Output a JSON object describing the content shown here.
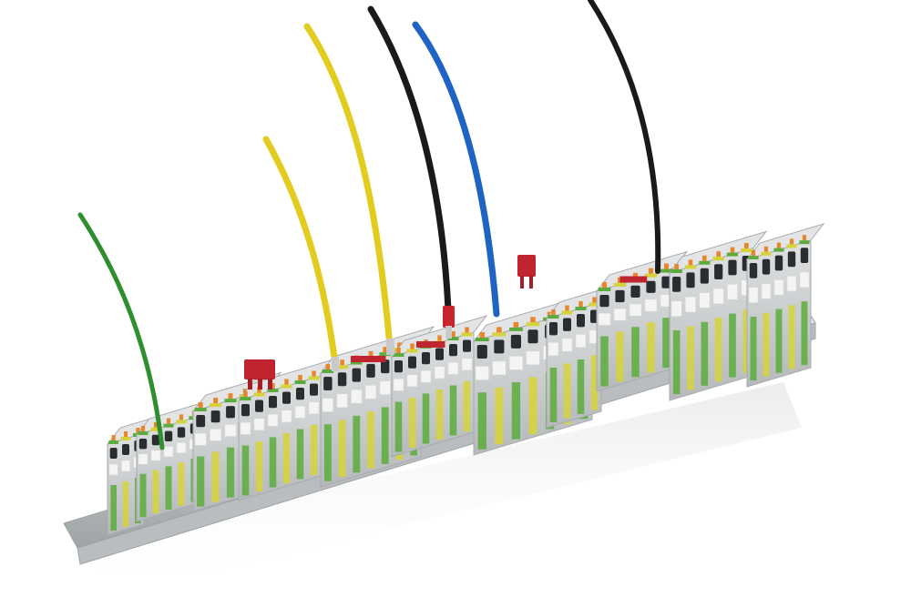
{
  "scene": {
    "subject": "terminal-blocks-on-din-rail",
    "colors": {
      "background": "#ffffff",
      "housing_gray": "#c9ccce",
      "housing_light": "#e2e4e5",
      "housing_dark": "#a7abad",
      "ground_green": "#5cab3c",
      "ground_yellow": "#d6d33a",
      "release_orange": "#e8862b",
      "bridge_red": "#c0242e",
      "marker_white": "#f4f4f4",
      "rail_metal": "#d2d5d7",
      "wire_green": "#2f8f2f",
      "wire_yellow": "#e2cc1f",
      "wire_black": "#1a1a1a",
      "wire_blue": "#1f63c4"
    },
    "wires": [
      {
        "name": "green-wire",
        "color": "wire_green"
      },
      {
        "name": "yellow-wire-short",
        "color": "wire_yellow"
      },
      {
        "name": "yellow-wire-long",
        "color": "wire_yellow"
      },
      {
        "name": "black-wire-left",
        "color": "wire_black"
      },
      {
        "name": "blue-wire",
        "color": "wire_blue"
      },
      {
        "name": "black-wire-right",
        "color": "wire_black"
      }
    ],
    "bridges_count_visible": 3
  }
}
